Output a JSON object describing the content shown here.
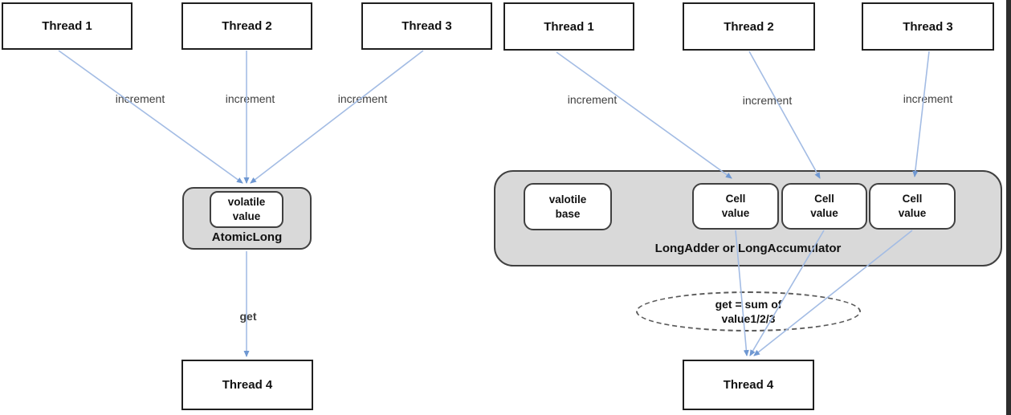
{
  "colors": {
    "arrow_line": "#a3bce4",
    "arrow_head": "#6f98d2",
    "container_fill": "#d9d9d9",
    "container_border": "#404040",
    "box_border": "#1f1f1f",
    "window_edge": "#2e2e2e"
  },
  "left_diagram": {
    "threads_top": [
      {
        "label": "Thread 1"
      },
      {
        "label": "Thread 2"
      },
      {
        "label": "Thread 3"
      }
    ],
    "increment_labels": [
      "increment",
      "increment",
      "increment"
    ],
    "inner_box": {
      "line1": "volatile",
      "line2": "value"
    },
    "container_label": "AtomicLong",
    "get_label": "get",
    "thread_bottom": "Thread 4"
  },
  "right_diagram": {
    "threads_top": [
      {
        "label": "Thread 1"
      },
      {
        "label": "Thread 2"
      },
      {
        "label": "Thread 3"
      }
    ],
    "increment_labels": [
      "increment",
      "increment",
      "increment"
    ],
    "base_box": {
      "line1": "valotile",
      "line2": "base"
    },
    "cells": [
      {
        "line1": "Cell",
        "line2": "value"
      },
      {
        "line1": "Cell",
        "line2": "value"
      },
      {
        "line1": "Cell",
        "line2": "value"
      }
    ],
    "container_label": "LongAdder or LongAccumulator",
    "ellipse": {
      "line1": "get = sum of",
      "line2": "value1/2/3"
    },
    "thread_bottom": "Thread 4"
  }
}
